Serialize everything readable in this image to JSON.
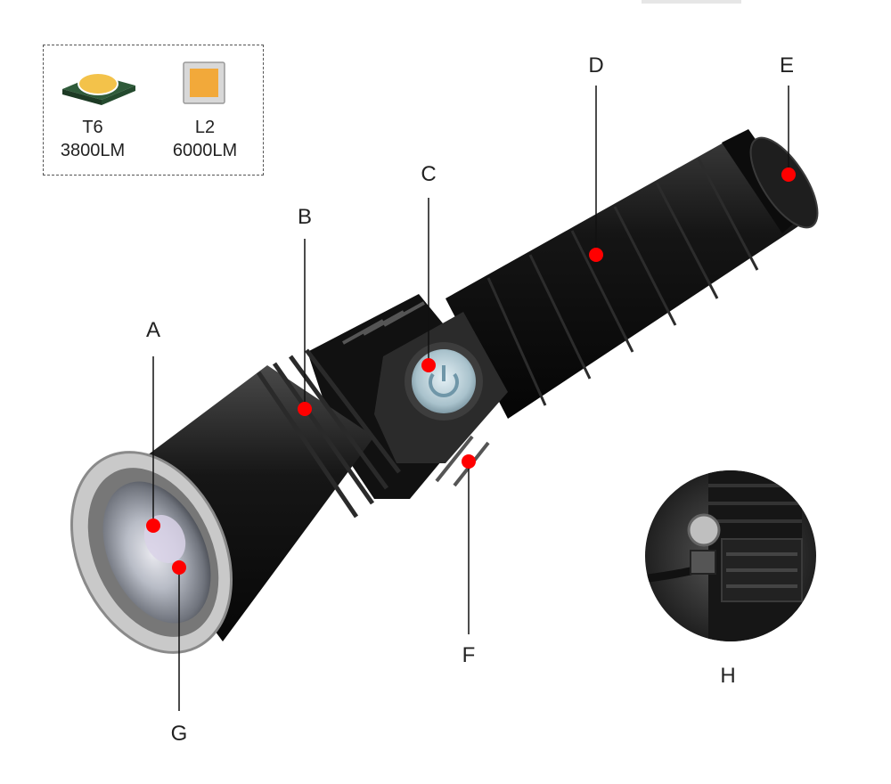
{
  "legend": {
    "leds": [
      {
        "name": "T6",
        "lumens": "3800LM",
        "icon": "t6-led-chip-icon",
        "color": "#f3c24a"
      },
      {
        "name": "L2",
        "lumens": "6000LM",
        "icon": "l2-led-chip-icon",
        "color": "#f2a93a"
      }
    ]
  },
  "callouts": {
    "A": "A",
    "B": "B",
    "C": "C",
    "D": "D",
    "E": "E",
    "F": "F",
    "G": "G",
    "H": "H"
  },
  "colors": {
    "marker": "#ff0000",
    "body": "#111111",
    "bezel": "#c9c9c9",
    "button": "#9fb7c2"
  }
}
